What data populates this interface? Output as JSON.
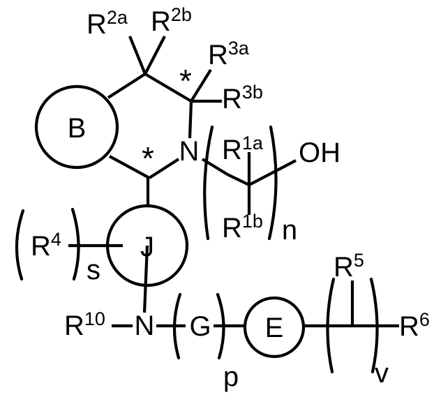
{
  "diagram": {
    "type": "chemical-structure-markush",
    "title": "",
    "ring_labels": {
      "B": "B",
      "J": "J",
      "E": "E",
      "N_ring": "N",
      "N_amide": "N"
    },
    "substituents": {
      "r2a": {
        "base": "R",
        "sup": "2a"
      },
      "r2b": {
        "base": "R",
        "sup": "2b"
      },
      "r3a": {
        "base": "R",
        "sup": "3a"
      },
      "r3b": {
        "base": "R",
        "sup": "3b"
      },
      "r1a": {
        "base": "R",
        "sup": "1a"
      },
      "r1b": {
        "base": "R",
        "sup": "1b"
      },
      "r4": {
        "base": "R",
        "sup": "4"
      },
      "r10": {
        "base": "R",
        "sup": "10"
      },
      "r5": {
        "base": "R",
        "sup": "5"
      },
      "r6": {
        "base": "R",
        "sup": "6"
      },
      "oh": "OH"
    },
    "repeat_subscripts": {
      "n": "n",
      "s": "s",
      "p": "p",
      "v": "v"
    },
    "stereocenters": {
      "star_upper": "*",
      "star_lower": "*"
    },
    "colors": {
      "stroke": "#000000",
      "background": "#ffffff"
    }
  }
}
